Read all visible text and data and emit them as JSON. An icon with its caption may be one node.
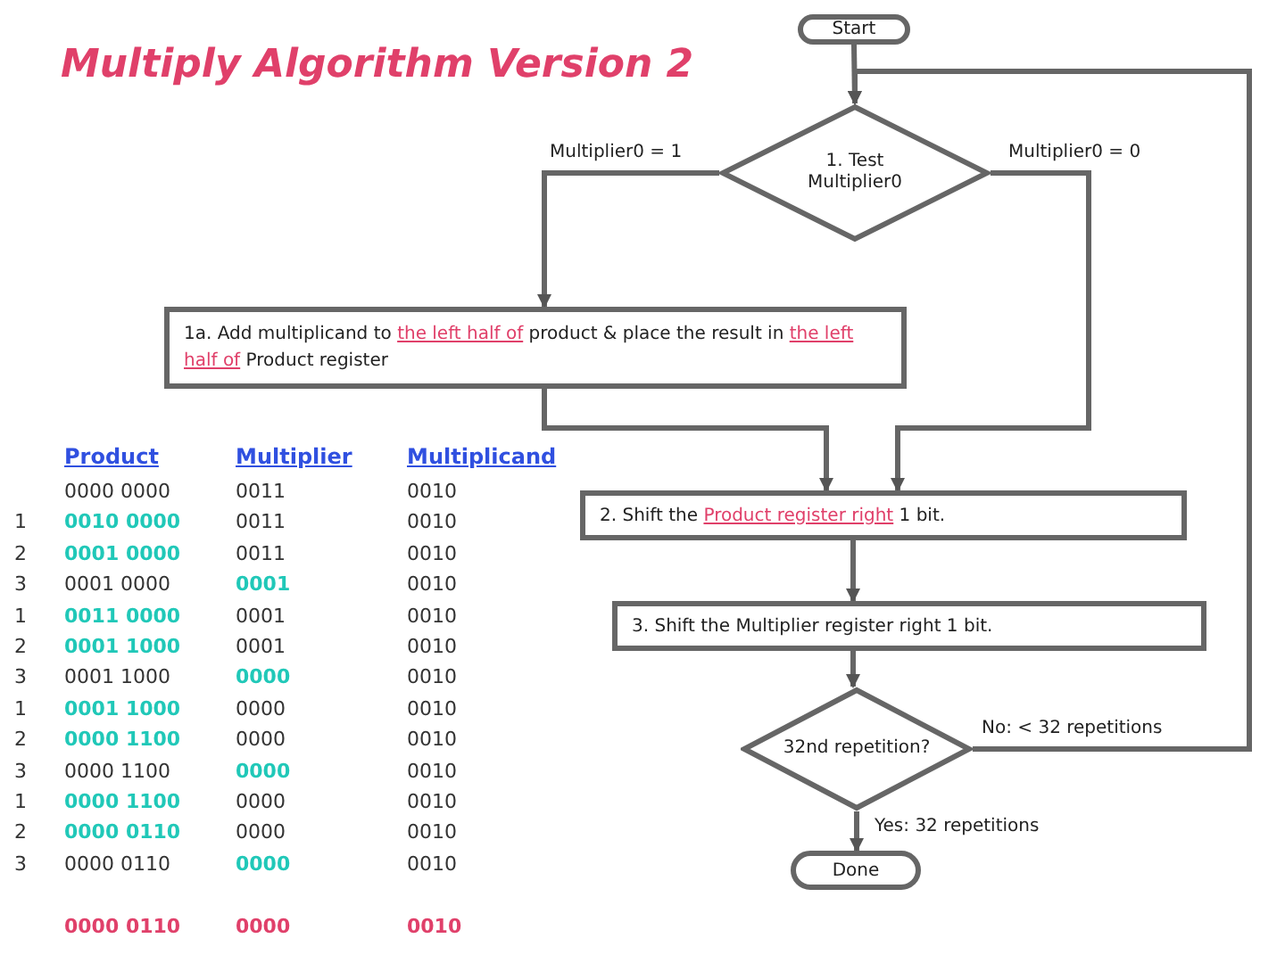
{
  "diagram": {
    "title": "Multiply Algorithm Version 2",
    "nodes": [
      {
        "text": [
          "Start"
        ]
      },
      {
        "text": [
          "1. Test Multiplier0"
        ]
      },
      {
        "text": [
          "1a. Add multiplicand to *the left half of* product & place the result in *the left half of* Product register"
        ]
      },
      {
        "text": [
          "2. Shift the *Product register right* 1 bit."
        ]
      },
      {
        "text": [
          "3. Shift the Multiplier register right 1 bit."
        ]
      },
      {
        "text": [
          "32nd repetition?"
        ]
      },
      {
        "text": [
          "Done"
        ]
      }
    ],
    "edges": [
      {
        "from": 0,
        "to": 1,
        "arrow": "to"
      },
      {
        "from": 1,
        "to": 2,
        "arrow": "to",
        "label": "Multiplier0 = 1"
      },
      {
        "from": 1,
        "to": 3,
        "arrow": "to",
        "label": "Multiplier0 = 0"
      },
      {
        "from": 2,
        "to": 3,
        "arrow": "to"
      },
      {
        "from": 3,
        "to": 4,
        "arrow": "to"
      },
      {
        "from": 4,
        "to": 5,
        "arrow": "to"
      },
      {
        "from": 5,
        "to": 6,
        "arrow": "to",
        "label": "Yes: 32 repetitions"
      },
      {
        "from": 5,
        "to": 1,
        "arrow": "to",
        "label": "No: < 32 repetitions"
      }
    ],
    "labels": [
      "Product",
      "Multiplier",
      "Multiplicand",
      "0000 0000",
      "0011",
      "0010",
      "1",
      "0010 0000",
      "0011",
      "0010",
      "2",
      "0001 0000",
      "0011",
      "0010",
      "3",
      "0001 0000",
      "0001",
      "0010",
      "1",
      "0011 0000",
      "0001",
      "0010",
      "2",
      "0001 1000",
      "0001",
      "0010",
      "3",
      "0001 1000",
      "0000",
      "0010",
      "1",
      "0001 1000",
      "0000",
      "0010",
      "2",
      "0000 1100",
      "0000",
      "0010",
      "3",
      "0000 1100",
      "0000",
      "0010",
      "1",
      "0000 1100",
      "0000",
      "0010",
      "2",
      "0000 0110",
      "0000",
      "0010",
      "3",
      "0000 0110",
      "0000",
      "0010",
      "0000 0110",
      "0000",
      "0010"
    ]
  }
}
